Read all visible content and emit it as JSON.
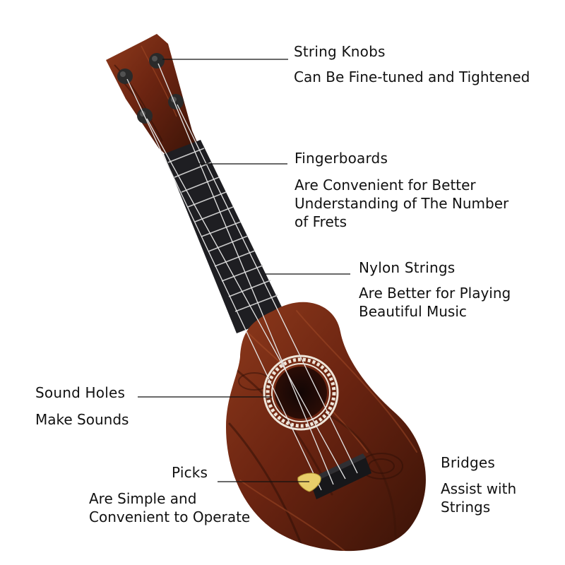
{
  "labels": {
    "string_knobs": {
      "title": "String Knobs",
      "desc": "Can Be Fine-tuned and Tightened"
    },
    "fingerboards": {
      "title": "Fingerboards",
      "desc": "Are Convenient for Better\nUnderstanding of The Number\nof Frets"
    },
    "nylon_strings": {
      "title": "Nylon Strings",
      "desc": "Are Better for Playing\nBeautiful Music"
    },
    "sound_holes": {
      "title": "Sound Holes",
      "desc": "Make Sounds"
    },
    "picks": {
      "title": "Picks",
      "desc": "Are Simple and\nConvenient to Operate"
    },
    "bridges": {
      "title": "Bridges",
      "desc": "Assist with\nStrings"
    }
  },
  "colors": {
    "wood_dark": "#3a1307",
    "wood_mid": "#6b2411",
    "wood_light": "#8e3a1c",
    "fretboard": "#1e1e22",
    "pick": "#e8cf6a",
    "rosette": "#efe6da",
    "knob": "#2a2a2a"
  },
  "icons": [
    "ukulele-illustration",
    "guitar-pick-icon",
    "tuning-knob-icon",
    "sound-hole-rosette"
  ]
}
